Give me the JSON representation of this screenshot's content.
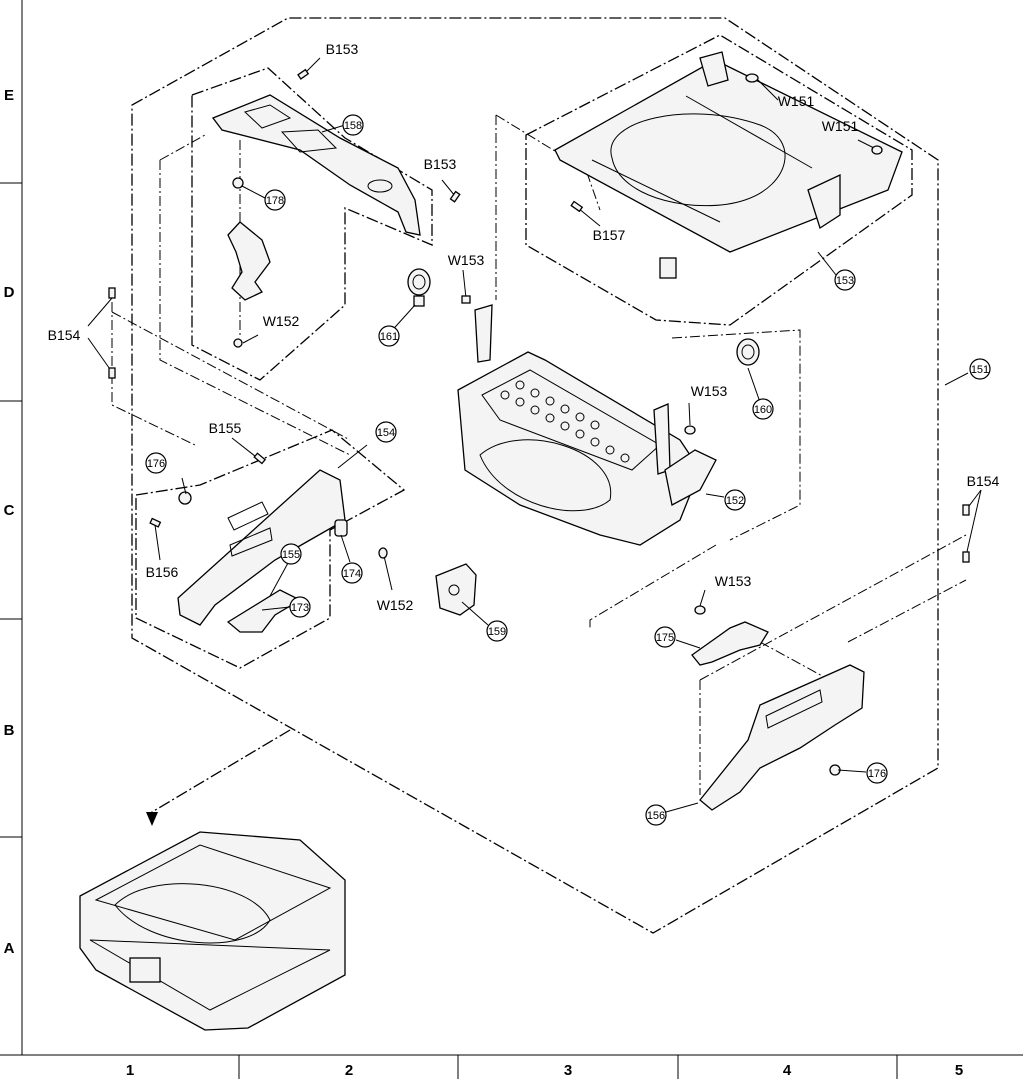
{
  "grid": {
    "rows": [
      "E",
      "D",
      "C",
      "B",
      "A"
    ],
    "columns": [
      "1",
      "2",
      "3",
      "4",
      "5"
    ]
  },
  "callouts": {
    "c158": "158",
    "c178": "178",
    "c161": "161",
    "c153": "153",
    "c151": "151",
    "c160": "160",
    "c154": "154",
    "c176a": "176",
    "c155": "155",
    "c173": "173",
    "c174": "174",
    "c159": "159",
    "c152": "152",
    "c175": "175",
    "c156": "156",
    "c176b": "176"
  },
  "labels": {
    "b153_top": "B153",
    "b153_mid": "B153",
    "w153_top": "W153",
    "w151_a": "W151",
    "w151_b": "W151",
    "b157": "B157",
    "b154_left": "B154",
    "w152_top": "W152",
    "b155": "B155",
    "w153_mid": "W153",
    "b156": "B156",
    "w152_bottom": "W152",
    "b154_right": "B154",
    "w153_bottom": "W153"
  }
}
